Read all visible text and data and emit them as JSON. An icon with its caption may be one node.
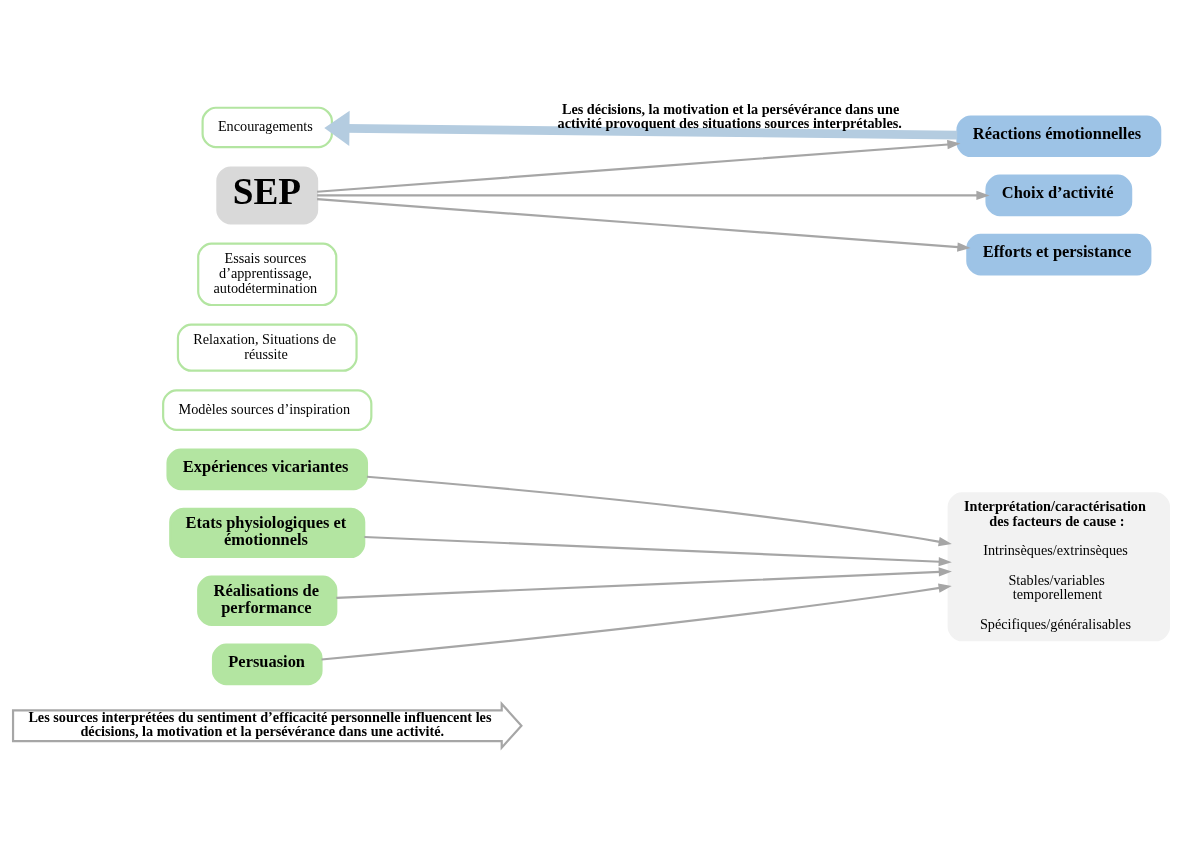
{
  "diagram": {
    "nodes": [
      {
        "text": [
          "Les sources interprétées du sentiment d’efficacité personnelle influencent les décisions, la motivation et la persévérance dans une activité."
        ]
      },
      {
        "text": [
          "Expériences vicariantes"
        ]
      },
      {
        "text": [
          "Modèles sources d’inspiration"
        ]
      },
      {
        "text": [
          "Etats physiologiques et émotionnels"
        ]
      },
      {
        "text": [
          "Relaxation, Situations de réussite"
        ]
      },
      {
        "text": [
          "Réalisations de performance"
        ]
      },
      {
        "text": [
          "Essais sources d’apprentissage, autodétermination"
        ]
      },
      {
        "text": [
          "Persuasion"
        ]
      },
      {
        "text": [
          "Encouragements"
        ]
      },
      {
        "text": [
          "Interprétation/caractérisation des facteurs de cause :",
          "Intrinsèques/extrinsèques",
          "Stables/variables temporellement",
          "Spécifiques/généralisables"
        ]
      },
      {
        "text": [
          "SEP"
        ]
      },
      {
        "text": [
          "Choix d’activité"
        ]
      },
      {
        "text": [
          "Efforts et persistance"
        ]
      },
      {
        "text": [
          "Réactions émotionnelles"
        ]
      }
    ],
    "edges": [
      {
        "from": 1,
        "to": 9,
        "arrow": "to"
      },
      {
        "from": 3,
        "to": 9,
        "arrow": "to"
      },
      {
        "from": 5,
        "to": 9,
        "arrow": "to"
      },
      {
        "from": 7,
        "to": 9,
        "arrow": "to"
      },
      {
        "from": 10,
        "to": 11,
        "arrow": "to"
      },
      {
        "from": 10,
        "to": 12,
        "arrow": "to"
      },
      {
        "from": 10,
        "to": 13,
        "arrow": "to"
      },
      {
        "from": 13,
        "to": 8,
        "arrow": "to",
        "label": "Les décisions, la motivation et la persévérance dans une activité provoquent des situations sources interprétables.",
        "style": "thick",
        "color": "#b4cce0"
      }
    ]
  }
}
